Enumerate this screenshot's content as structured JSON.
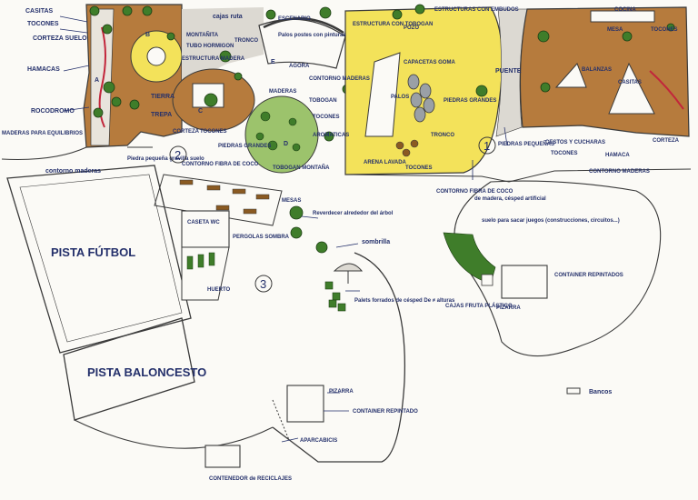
{
  "colors": {
    "ink": "#24306b",
    "pencil": "#3a3a3a",
    "sand_yellow": "#f3e25a",
    "brown": "#b67b3d",
    "green": "#3f7d2a",
    "light_green": "#9cc36c",
    "gravel": "#9aa0a6",
    "paper": "#fbfaf6"
  },
  "labels": {
    "casitas": "CASITAS",
    "tocones_tl": "TOCONES",
    "corteza_suelo": "CORTEZA SUELO",
    "hamacas": "HAMACAS",
    "rocodromo": "ROCODROMO",
    "maderas_equilibrios": "MADERAS PARA EQUILIBRIOS",
    "contorno_maderas_left": "contorno maderas",
    "cajas_ruta": "cajas ruta",
    "montanita": "MONTAÑITA",
    "tubo_hormigon": "TUBO HORMIGON",
    "estructura_madera": "ESTRUCTURA MADERA",
    "tierra": "TIERRA",
    "trepa": "TREPA",
    "tronco_top": "TRONCO",
    "escenario": "ESCENARIO",
    "palos_pinturas": "Palos postes con pinturas",
    "agora": "AGORA",
    "estructura_tobogan": "ESTRUCTURA CON TOBOGAN",
    "estructuras_embudos": "ESTRUCTURAS CON EMBUDOS",
    "pozo": "POZO",
    "capacetas_goma": "CAPACETAS GOMA",
    "palos": "PALOS",
    "piedras_grandes": "PIEDRAS GRANDES",
    "puente": "PUENTE",
    "cocina": "COCINA",
    "mesa": "MESA",
    "tocones_tr": "TOCONES",
    "balanzas": "BALANZAS",
    "casitas_tr": "CASITAS",
    "corteza_left": "CORTEZA",
    "tocones_mid": "TOCONES",
    "maderas": "MADERAS",
    "contorno_maderas_mid": "CONTORNO MADERAS",
    "tobogan": "TOBOGAN",
    "tocones_mid2": "TOCONES",
    "aromaticas": "AROMATICAS",
    "piedras_grandes_2": "PIEDRAS GRANDES",
    "tobogan_montana": "TOBOGAN MONTAÑA",
    "tronco_mid": "TRONCO",
    "arena_lavada": "ARENA LAVADA",
    "tocones_yellow": "TOCONES",
    "contorno_fibra_coco_right": "CONTORNO FIBRA DE COCO",
    "piedras_pequenas": "PIEDRAS PEQUEÑAS",
    "cestos_cucharas": "CESTOS Y CUCHARAS",
    "tocones_right": "TOCONES",
    "hamaca": "HAMACA",
    "corteza_right": "CORTEZA",
    "contorno_maderas_right": "CONTORNO MADERAS",
    "piedra_pequena": "Piedra pequeña gravilla suelo",
    "contorno_fibra_coco_left": "CONTORNO FIBRA DE COCO",
    "mesas": "MESAS",
    "reverdecer": "Reverdecer alrededor del árbol",
    "caseta_wc": "CASETA WC",
    "huerto": "HUERTO",
    "pergolas_sombra": "PERGOLAS SOMBRA",
    "sombrilla": "sombrilla",
    "palets": "Palets forrados de césped De ≠ alturas",
    "pista_futbol": "PISTA FÚTBOL",
    "pista_baloncesto": "PISTA BALONCESTO",
    "pizarra_bottom": "PIZARRA",
    "container_repintado_bottom": "CONTAINER REPINTADO",
    "aparcabicis": "APARCABICIS",
    "contenedor_reciclajes": "CONTENEDOR de RECICLAJES",
    "de_madera": "de madera, césped artificial",
    "suelo_sacar_juegos": "suelo para sacar juegos (construcciones, circuitos...)",
    "container_repintados_right": "CONTAINER REPINTADOS",
    "cajas_fruta": "CAJAS FRUTA PLÁSTICO",
    "pizarra_right": "PIZARRA",
    "bancos_legend": "Bancos"
  },
  "zone_letters": [
    "A",
    "B",
    "C",
    "D",
    "E"
  ],
  "zone_numbers": [
    "1",
    "2",
    "3"
  ]
}
